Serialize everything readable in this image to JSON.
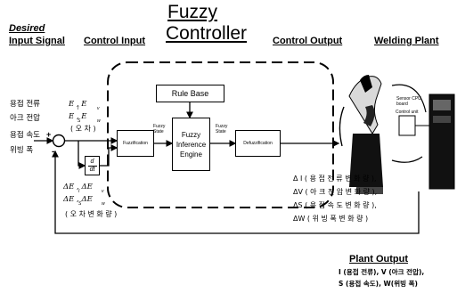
{
  "title": {
    "line1": "Fuzzy",
    "line2": "Controller"
  },
  "headers": {
    "desired_input_line1": "Desired",
    "desired_input_line2": "Input  Signal",
    "control_input": "Control Input",
    "control_output": "Control Output",
    "welding_plant": "Welding Plant"
  },
  "inputs": [
    "용접 전류",
    "아크 전압",
    "용접 속도",
    "위빙 폭"
  ],
  "error_terms": {
    "line1": "E , E",
    "line2": "E , E",
    "line3": "( 오 차 )"
  },
  "error_subscripts": {
    "t1": "I",
    "t2": "v",
    "t3": "S",
    "t4": "w"
  },
  "derivative": {
    "numerator": "d",
    "denominator": "dt"
  },
  "error_rate_terms": {
    "line1": "ΔE , ΔE",
    "line2": "ΔE , ΔE",
    "line3": "( 오 차 변 화 량 )"
  },
  "error_rate_subscripts": {
    "t1": "I",
    "t2": "v",
    "t3": "S",
    "t4": "w"
  },
  "summing_junction": {
    "plus": "+",
    "minus": "-"
  },
  "blocks": {
    "rule_base": "Rule Base",
    "fuzzification": "Fuzzification",
    "inference_line1": "Fuzzy",
    "inference_line2": "Inference",
    "inference_line3": "Engine",
    "defuzzification": "Defuzzification"
  },
  "state_labels": {
    "left": "Fuzzy State",
    "right": "Fuzzy State"
  },
  "plant_labels": {
    "sensor": "Sensor CPU board",
    "control_unit": "Control unit"
  },
  "outputs": [
    "Δ I ( 용 접 전 류 변 화 량 ),",
    "ΔV ( 아 크 전 압 변 화 량 ),",
    "ΔS ( 용 접 속 도 변 화 량 ),",
    "ΔW ( 위 빙 폭 변 화 량 )"
  ],
  "plant_output": {
    "title": "Plant Output",
    "line1": "I  (용접 전류),  V (아크 전압),",
    "line2": "S (용접 속도),  W(위빙 폭)"
  }
}
